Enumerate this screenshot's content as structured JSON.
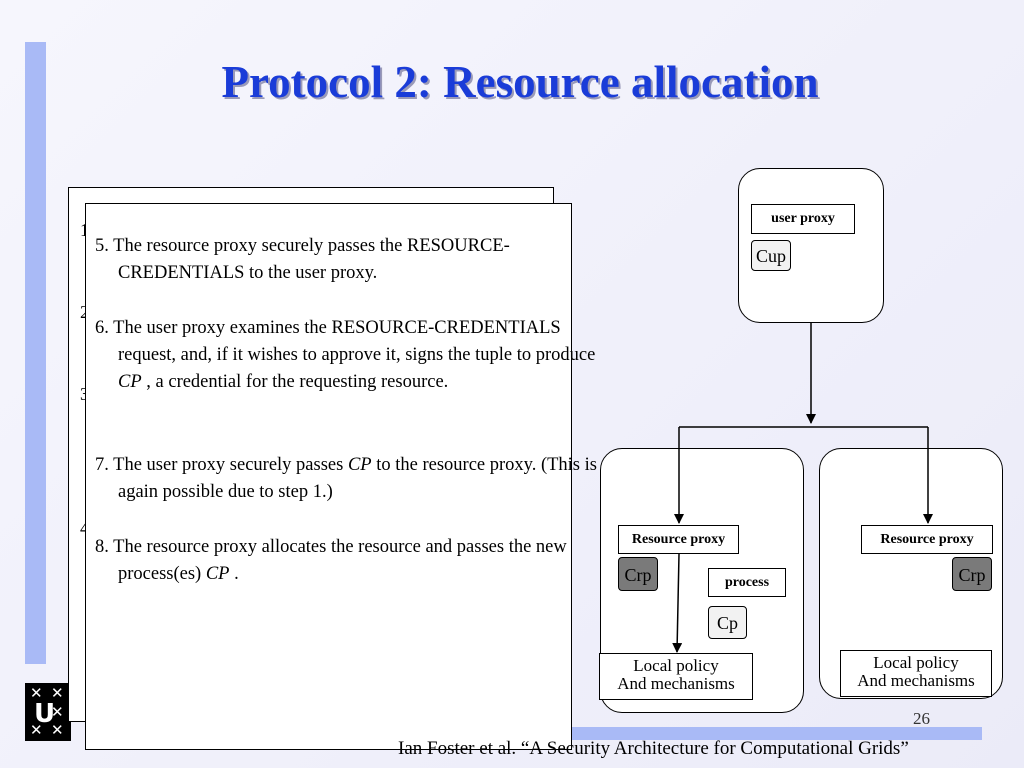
{
  "slide": {
    "title": "Protocol 2: Resource allocation",
    "page_number": "26",
    "citation": "Ian Foster et al. “A Security Architecture for Computational Grids”"
  },
  "back_card": {
    "numbers": [
      "1",
      "2",
      "3",
      "4"
    ]
  },
  "steps": [
    {
      "prefix": "5. The resource proxy securely passes the RESOURCE-CREDENTIALS to the user proxy.",
      "italic": "",
      "suffix": ""
    },
    {
      "prefix": "6. The user proxy examines the RESOURCE-CREDENTIALS request, and, if it wishes to approve it, signs the tuple to produce ",
      "italic": "CP",
      "suffix": " , a credential for the requesting resource."
    },
    {
      "prefix": "7. The user proxy securely passes ",
      "italic": "CP",
      "suffix": " to the resource proxy. (This is again possible due to step 1.)"
    },
    {
      "prefix": "8. The resource proxy allocates the resource and passes the new process(es) ",
      "italic": "CP",
      "suffix": " ."
    }
  ],
  "diagram": {
    "user_proxy_label": "user proxy",
    "cup_label": "Cup",
    "left_resource_proxy_label": "Resource proxy",
    "right_resource_proxy_label": "Resource proxy",
    "left_crp_label": "Crp",
    "right_crp_label": "Crp",
    "process_label": "process",
    "cp_label": "Cp",
    "left_policy_line1": "Local policy",
    "left_policy_line2": "And mechanisms",
    "right_policy_line1": "Local policy",
    "right_policy_line2": "And mechanisms"
  },
  "colors": {
    "title": "#1a3cd8",
    "accent_bar": "#a9baf6",
    "credential_grey": "#7a7a7a"
  }
}
